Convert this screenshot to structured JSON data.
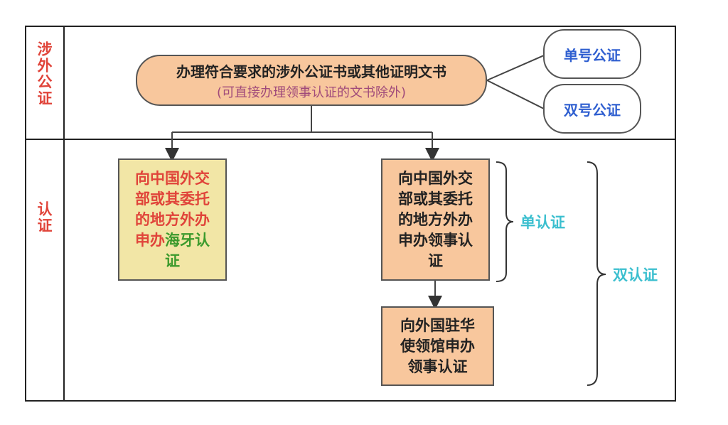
{
  "lanes": {
    "top_label": "涉外公证",
    "bottom_label": "认证"
  },
  "main_node": {
    "line1": "办理符合要求的涉外公证书或其他证明文书",
    "line2": "(可直接办理领事认证的文书除外)"
  },
  "notary_types": {
    "single": "单号公证",
    "double": "双号公证"
  },
  "left_branch": {
    "red_text": "向中国外交部或其委托的地方外办申办",
    "green_text": "海牙认证"
  },
  "right_branch": {
    "step1": "向中国外交部或其委托的地方外办申办领事认证",
    "step2": "向外国驻华使领馆申办领事认证"
  },
  "braces": {
    "single_cert": "单认证",
    "double_cert": "双认证"
  },
  "colors": {
    "lane_label": "#e0443a",
    "main_fill": "#f8c79d",
    "pill_text": "#2f5fd0",
    "yellow_fill": "#f2e6a6",
    "hague_text": "#3b9a2c",
    "brace_text": "#3bbfcf"
  }
}
